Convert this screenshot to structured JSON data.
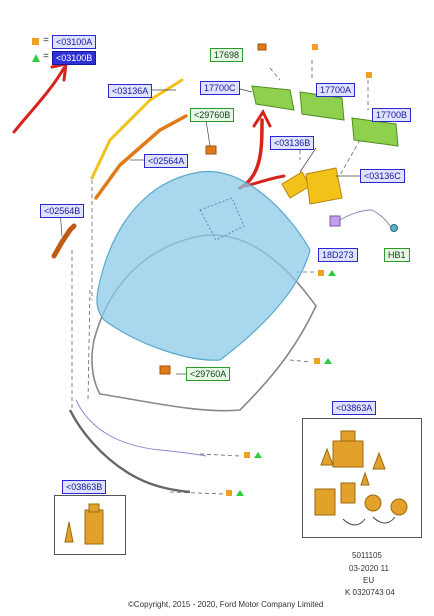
{
  "legend": {
    "square_code": "<03100A",
    "triangle_code": "<03100B",
    "equals": "="
  },
  "callouts": {
    "c03136A_top": "<03136A",
    "c29760B": "<29760B",
    "c02564A": "<02564A",
    "c02564B": "<02564B",
    "c17698": "17698",
    "c17700C": "17700C",
    "c17700A": "17700A",
    "c17700B": "17700B",
    "c03136B": "<03136B",
    "c03136C": "<03136C",
    "c18D273": "18D273",
    "cHB1": "HB1",
    "c29760A": "<29760A",
    "c03863A": "<03863A",
    "c03863B": "<03863B"
  },
  "footer": {
    "code": "5011105",
    "date": "03-2020 11",
    "region": "EU",
    "ref": "K 0320743 04",
    "copyright": "©Copyright, 2015 - 2020, Ford Motor Company Limited"
  },
  "colors": {
    "glass": "#8ccbe8",
    "callout_blue": "#2a2ad0",
    "callout_green": "#2a9a2a",
    "mirror_green": "#8fd14f",
    "bracket_yellow": "#f2c21b",
    "trim_orange": "#e07b1a",
    "arrow_red": "#d8231c",
    "bracket_gold": "#e2a12a"
  },
  "icons": [
    "square-marker-icon",
    "triangle-marker-icon",
    "red-arrow-icon"
  ]
}
